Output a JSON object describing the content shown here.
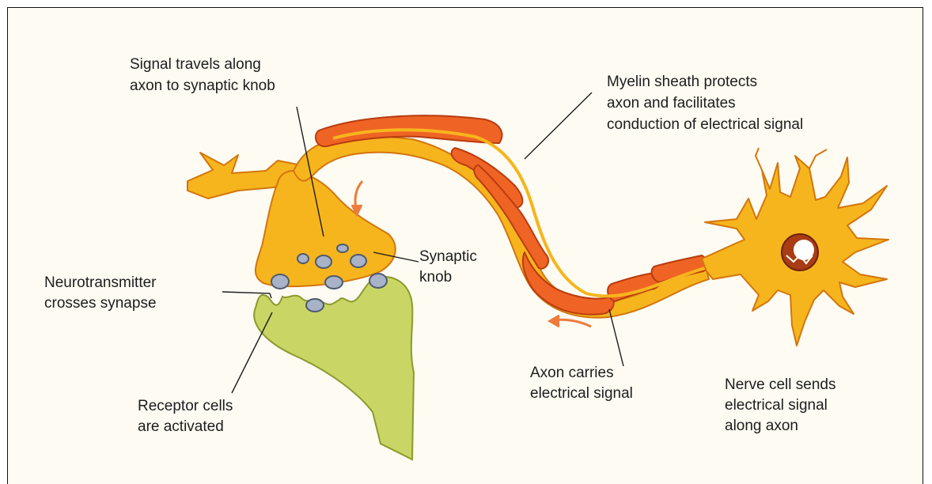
{
  "labels": {
    "signal_travels": [
      "Signal travels along",
      "axon to synaptic knob"
    ],
    "myelin_sheath": [
      "Myelin sheath protects",
      "axon and facilitates",
      "conduction of electrical signal"
    ],
    "synaptic_knob": [
      "Synaptic",
      "knob"
    ],
    "neurotransmitter": [
      "Neurotransmitter",
      "crosses synapse"
    ],
    "receptor_cells": [
      "Receptor cells",
      "are activated"
    ],
    "axon_carries": [
      "Axon carries",
      "electrical signal"
    ],
    "nerve_cell": [
      "Nerve cell sends",
      "electrical signal",
      "along axon"
    ]
  },
  "colors": {
    "neuron_fill": "#f6b51d",
    "neuron_outline": "#d3760e",
    "myelin_fill": "#ef6424",
    "myelin_outline": "#b83c10",
    "receptor_fill": "#c9d665",
    "receptor_outline": "#8c9a2e",
    "vesicle_fill": "#a9b3c7",
    "vesicle_outline": "#4f5a70",
    "arrow": "#ee7a3c",
    "background": "#fdfbf2"
  }
}
